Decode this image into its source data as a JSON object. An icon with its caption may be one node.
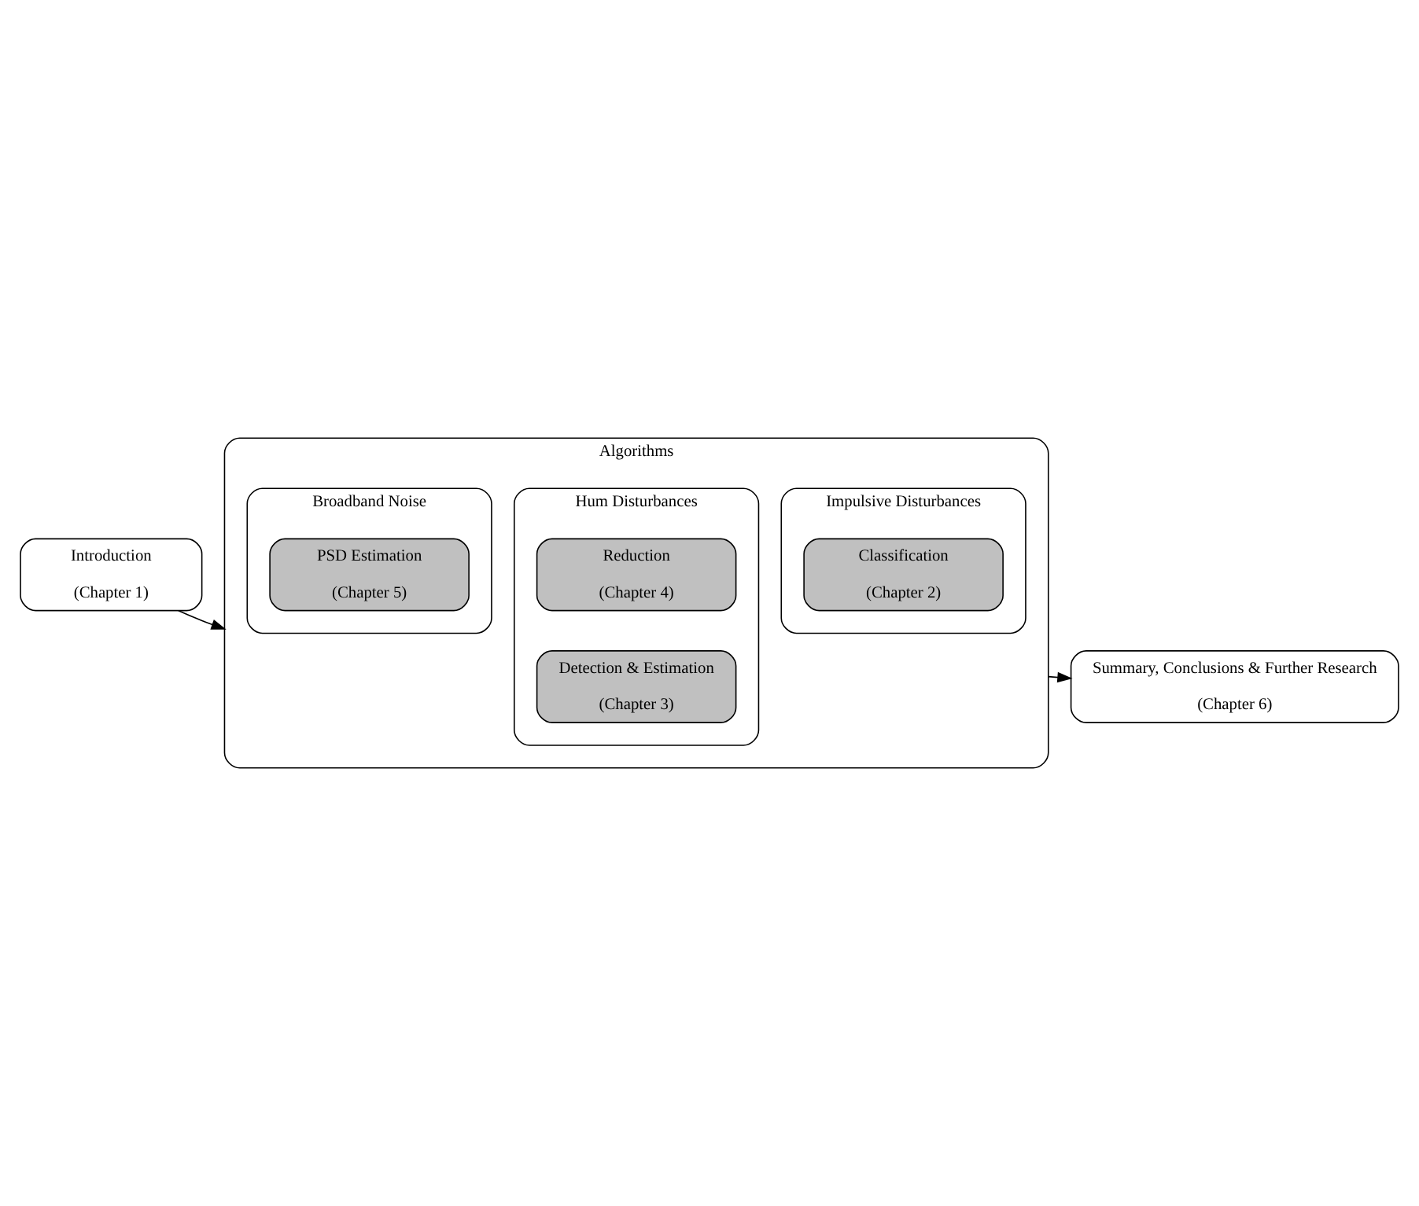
{
  "diagram": {
    "nodes": [
      {
        "text": [
          "Introduction",
          "(Chapter 1)"
        ]
      },
      {
        "text": [
          "Algorithms"
        ]
      },
      {
        "text": [
          "Impulsive Disturbances"
        ],
        "in": 1
      },
      {
        "text": [
          "Classification",
          "(Chapter 2)"
        ],
        "in": 2
      },
      {
        "text": [
          "Hum Disturbances"
        ],
        "in": 1
      },
      {
        "text": [
          "Detection & Estimation",
          "(Chapter 3)"
        ],
        "in": 4
      },
      {
        "text": [
          "Reduction",
          "(Chapter 4)"
        ],
        "in": 4
      },
      {
        "text": [
          "Broadband Noise"
        ],
        "in": 1
      },
      {
        "text": [
          "PSD Estimation",
          "(Chapter 5)"
        ],
        "in": 7
      },
      {
        "text": [
          "Summary, Conclusions & Further Research",
          "(Chapter 6)"
        ]
      }
    ],
    "edges": [
      {
        "from": 0,
        "to": 1,
        "arrow": "to"
      },
      {
        "from": 1,
        "to": 9,
        "arrow": "to"
      }
    ]
  }
}
